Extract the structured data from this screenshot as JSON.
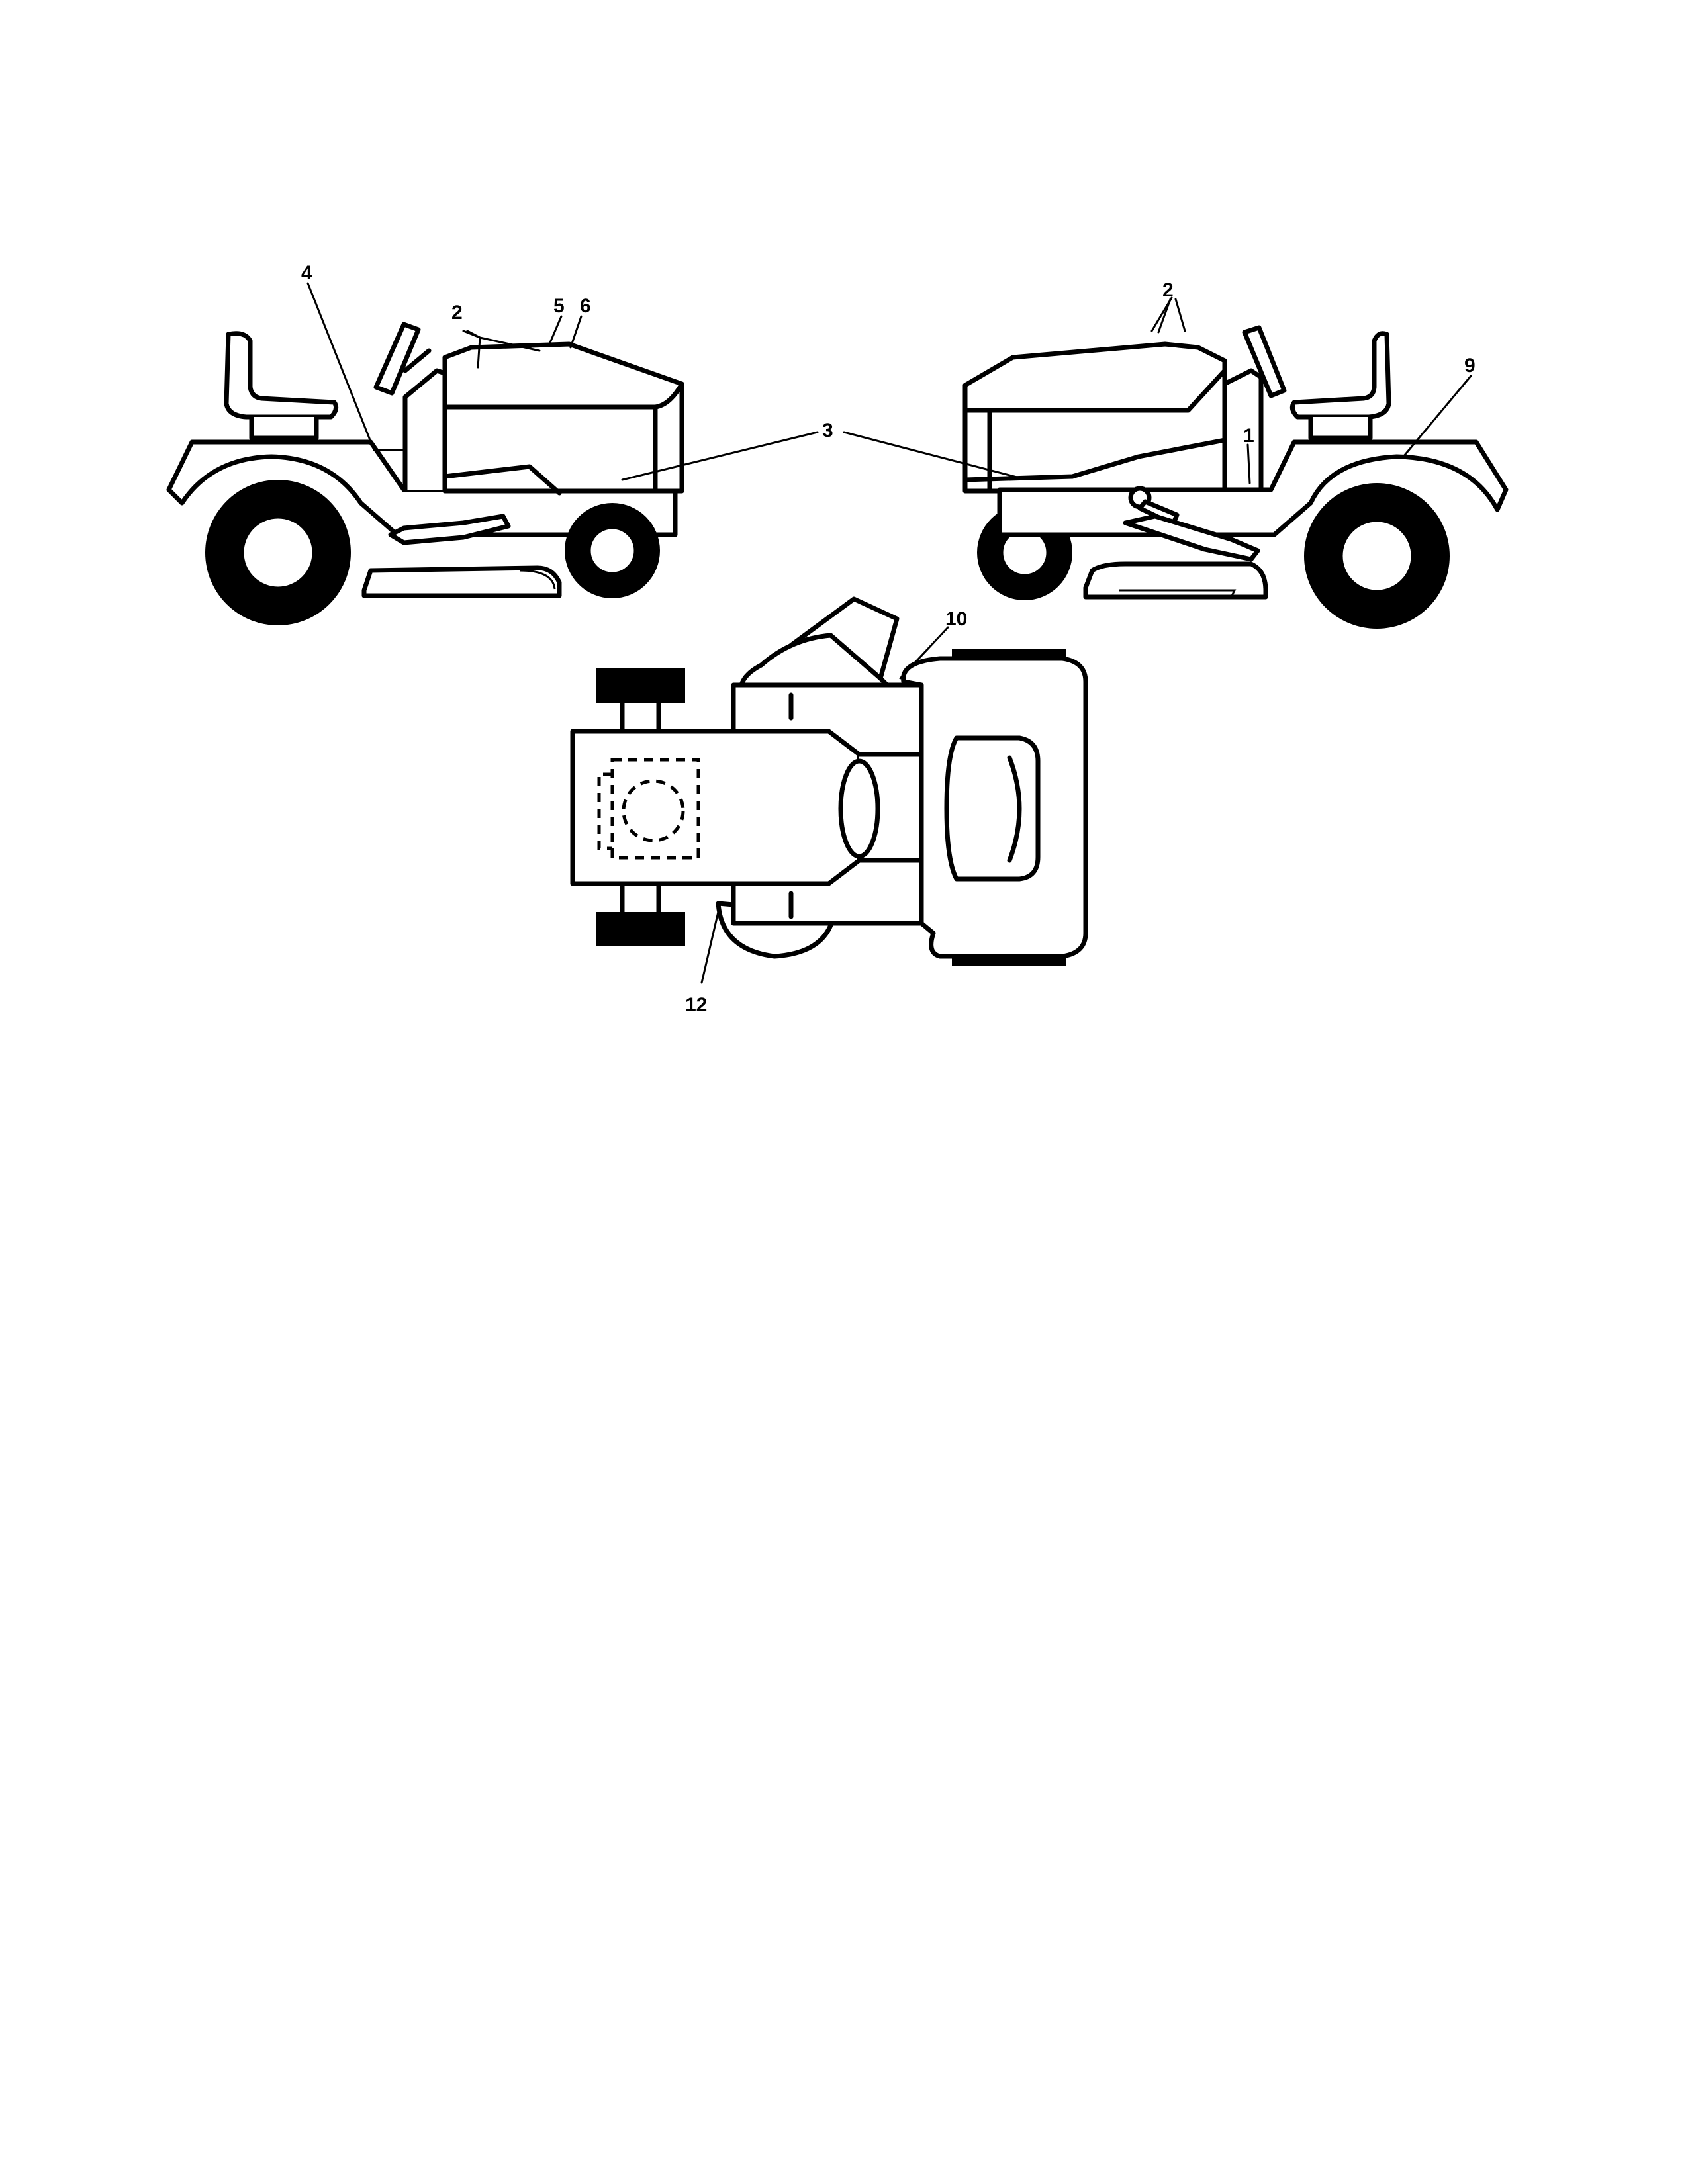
{
  "diagram": {
    "callouts": {
      "c1": "1",
      "c2_left": "2",
      "c2_right": "2",
      "c3": "3",
      "c4": "4",
      "c5": "5",
      "c6": "6",
      "c9": "9",
      "c10": "10",
      "c12": "12"
    }
  }
}
